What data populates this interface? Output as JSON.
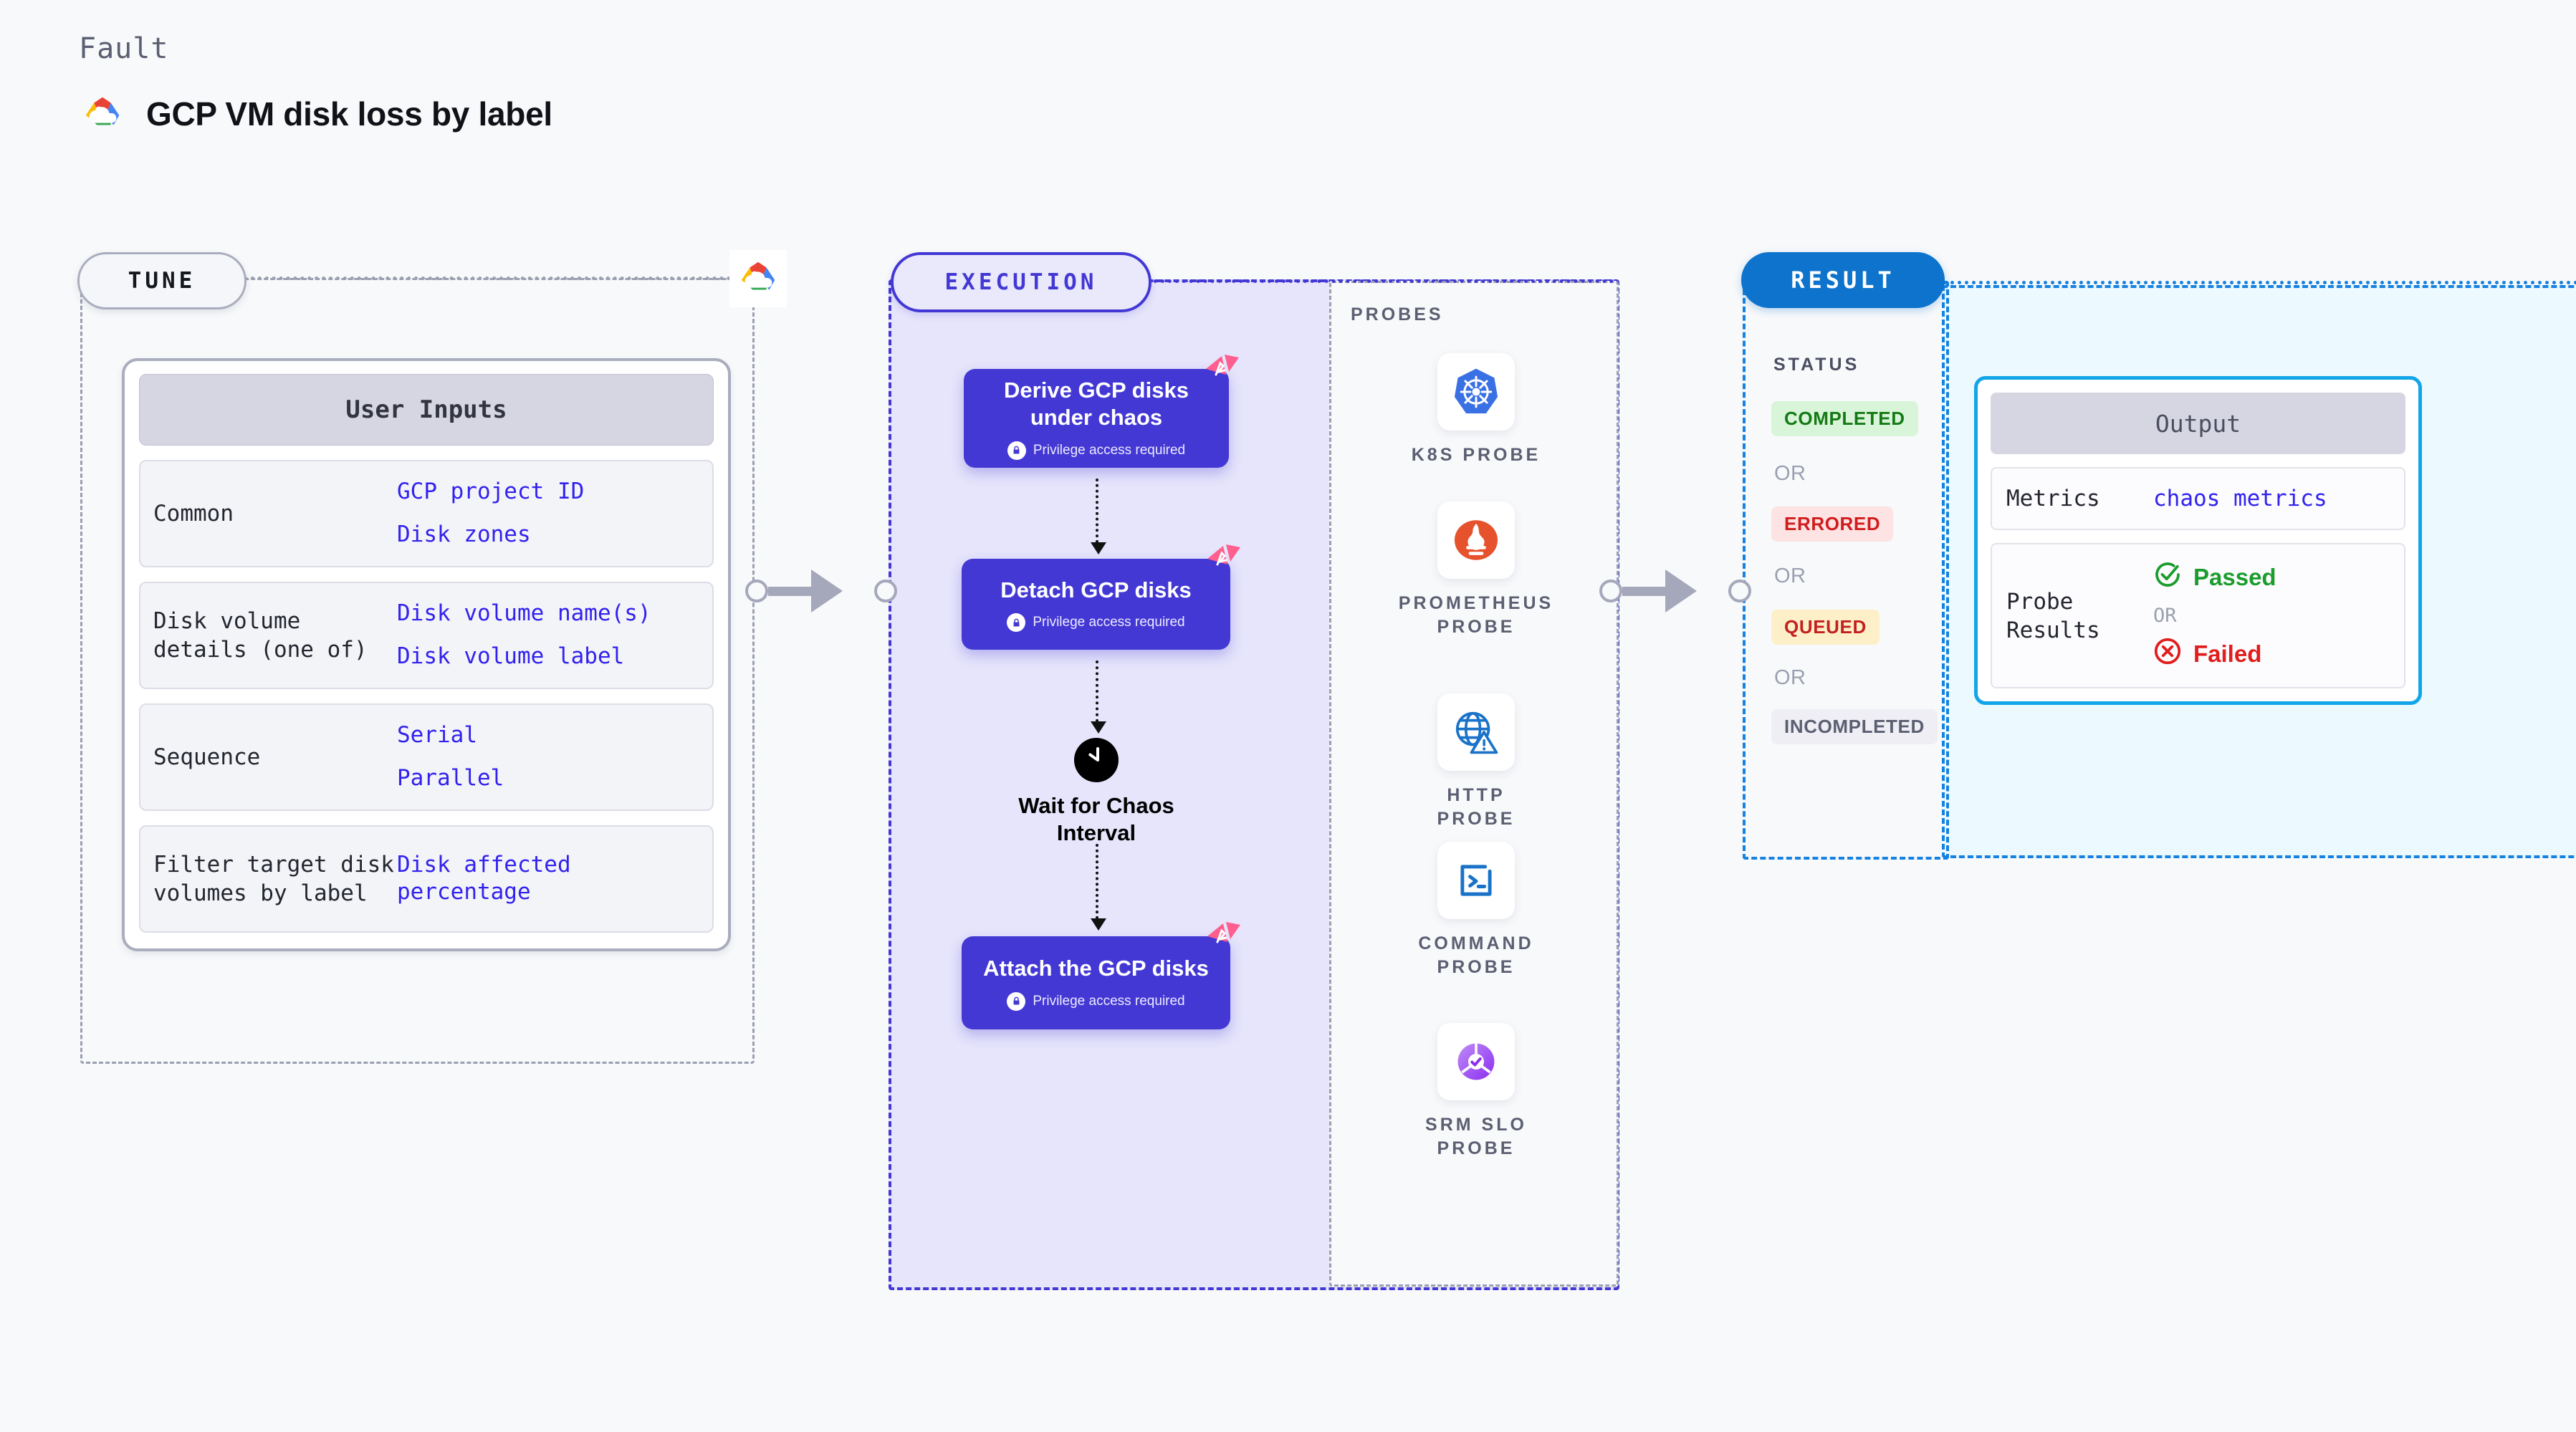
{
  "header": {
    "kicker": "Fault",
    "title": "GCP VM disk loss by label",
    "logo_icon": "google-cloud-icon"
  },
  "tune": {
    "pill_label": "TUNE",
    "provider_icon": "google-cloud-icon",
    "card": {
      "header": "User Inputs",
      "rows": [
        {
          "label": "Common",
          "values": [
            "GCP project ID",
            "Disk zones"
          ]
        },
        {
          "label": "Disk volume details (one of)",
          "values": [
            "Disk volume name(s)",
            "Disk volume label"
          ]
        },
        {
          "label": "Sequence",
          "values": [
            "Serial",
            "Parallel"
          ]
        },
        {
          "label": "Filter target disk volumes by label",
          "values": [
            "Disk affected percentage"
          ]
        }
      ]
    }
  },
  "execution": {
    "pill_label": "EXECUTION",
    "privilege_note": "Privilege access required",
    "nodes": [
      {
        "title": "Derive GCP disks under chaos",
        "badge_icon": "litmus-chaos-icon",
        "lock_icon": "lock-icon"
      },
      {
        "title": "Detach GCP disks",
        "badge_icon": "litmus-chaos-icon",
        "lock_icon": "lock-icon"
      },
      {
        "title": "Attach the GCP disks",
        "badge_icon": "litmus-chaos-icon",
        "lock_icon": "lock-icon"
      }
    ],
    "wait_step": {
      "label": "Wait for Chaos Interval",
      "icon": "clock-icon"
    }
  },
  "probes": {
    "title": "PROBES",
    "items": [
      {
        "label": "K8S PROBE",
        "icon": "kubernetes-icon",
        "color": "#3970e4"
      },
      {
        "label": "PROMETHEUS PROBE",
        "icon": "prometheus-icon",
        "color": "#e6522c"
      },
      {
        "label": "HTTP PROBE",
        "icon": "globe-warning-icon",
        "color": "#1a73c8"
      },
      {
        "label": "COMMAND PROBE",
        "icon": "terminal-icon",
        "color": "#1a73c8"
      },
      {
        "label": "SRM SLO PROBE",
        "icon": "srm-slo-icon",
        "color": "#a74bf2"
      }
    ]
  },
  "result": {
    "pill_label": "RESULT",
    "status_title": "STATUS",
    "or_label": "OR",
    "statuses": [
      {
        "label": "COMPLETED",
        "bg": "#d9f5d9",
        "fg": "#157a15"
      },
      {
        "label": "ERRORED",
        "bg": "#fde3e3",
        "fg": "#d01c1c"
      },
      {
        "label": "QUEUED",
        "bg": "#fdf0c8",
        "fg": "#c32020"
      },
      {
        "label": "INCOMPLETED",
        "bg": "#eeeef4",
        "fg": "#5b5f71"
      }
    ],
    "output": {
      "header": "Output",
      "metrics_label": "Metrics",
      "metrics_value": "chaos metrics",
      "probe_results_label": "Probe Results",
      "passed_label": "Passed",
      "failed_label": "Failed",
      "or_label": "OR",
      "passed_icon": "check-circle-icon",
      "failed_icon": "x-circle-icon"
    }
  },
  "colors": {
    "page_bg": "#f8f9fb",
    "accent_purple": "#4338d4",
    "accent_blue": "#1581e0",
    "value_text": "#3222ee",
    "litmus_pink": "#ff5f8f"
  }
}
